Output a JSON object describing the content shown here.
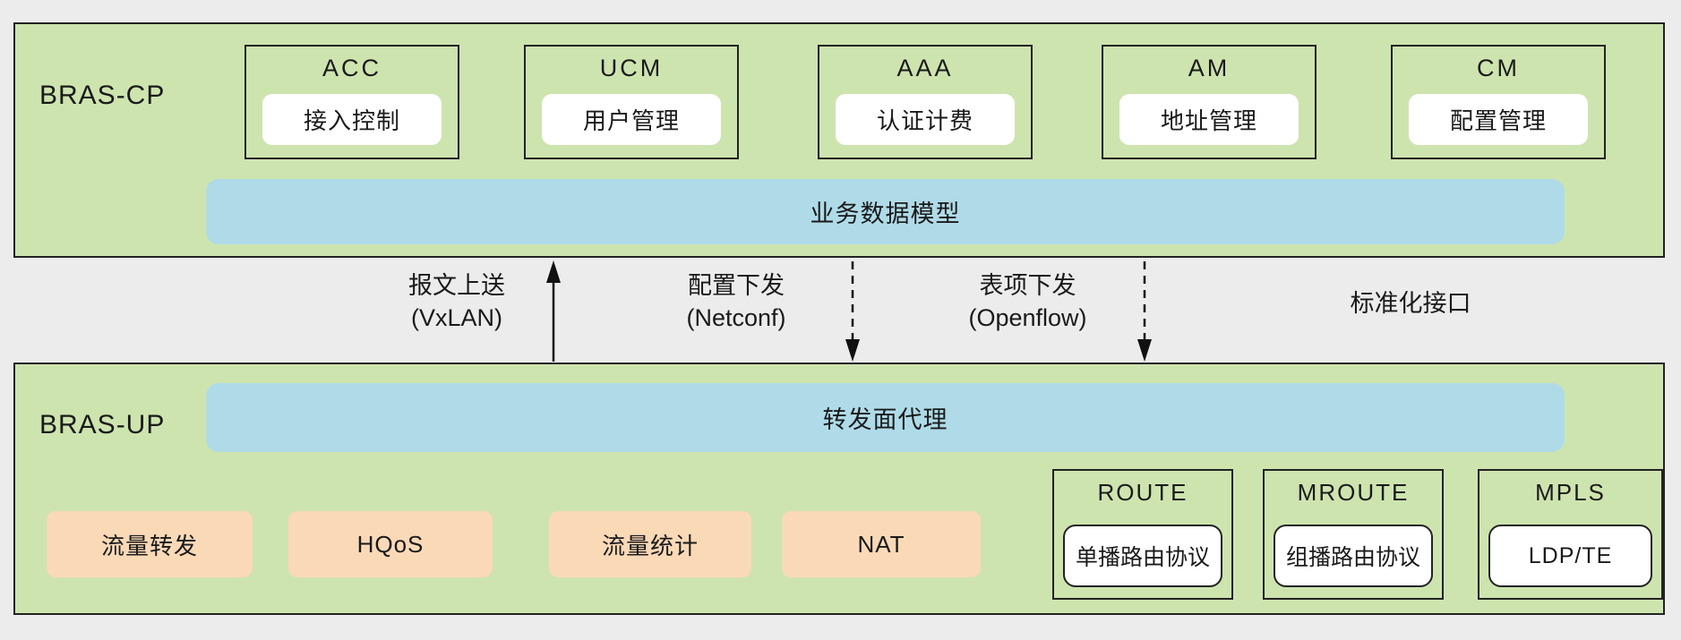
{
  "colors": {
    "background": "#ececec",
    "panel_green": "#cee4af",
    "bar_blue": "#afdbe8",
    "function_orange": "#fad9b7",
    "line_dark": "#222222"
  },
  "bras_cp": {
    "label": "BRAS-CP",
    "modules": [
      {
        "abbr": "ACC",
        "name": "接入控制"
      },
      {
        "abbr": "UCM",
        "name": "用户管理"
      },
      {
        "abbr": "AAA",
        "name": "认证计费"
      },
      {
        "abbr": "AM",
        "name": "地址管理"
      },
      {
        "abbr": "CM",
        "name": "配置管理"
      }
    ],
    "data_model_bar": "业务数据模型"
  },
  "interfaces": {
    "caption": "标准化接口",
    "links": [
      {
        "line1": "报文上送",
        "line2": "(VxLAN)",
        "direction": "up",
        "style": "solid"
      },
      {
        "line1": "配置下发",
        "line2": "(Netconf)",
        "direction": "down",
        "style": "dashed"
      },
      {
        "line1": "表项下发",
        "line2": "(Openflow)",
        "direction": "down",
        "style": "dashed"
      }
    ]
  },
  "bras_up": {
    "label": "BRAS-UP",
    "agent_bar": "转发面代理",
    "functions": [
      "流量转发",
      "HQoS",
      "流量统计",
      "NAT"
    ],
    "protocols": [
      {
        "abbr": "ROUTE",
        "name": "单播路由协议"
      },
      {
        "abbr": "MROUTE",
        "name": "组播路由协议"
      },
      {
        "abbr": "MPLS",
        "name": "LDP/TE"
      }
    ]
  }
}
